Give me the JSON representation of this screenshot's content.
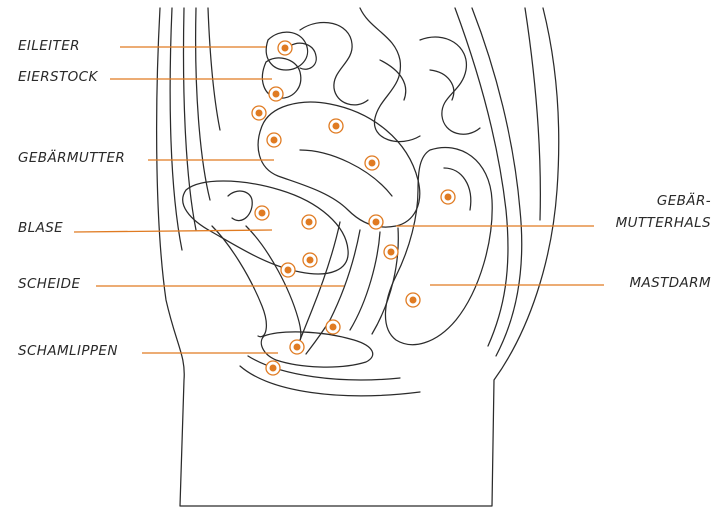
{
  "accent_color": "#e07b22",
  "labels": {
    "eileiter": "EILEITER",
    "eierstock": "EIERSTOCK",
    "gebaermutter": "GEBÄRMUTTER",
    "blase": "BLASE",
    "scheide": "SCHEIDE",
    "schamlippen": "SCHAMLIPPEN",
    "gebaermutterhals_1": "GEBÄR-",
    "gebaermutterhals_2": "MUTTERHALS",
    "mastdarm": "MASTDARM"
  }
}
